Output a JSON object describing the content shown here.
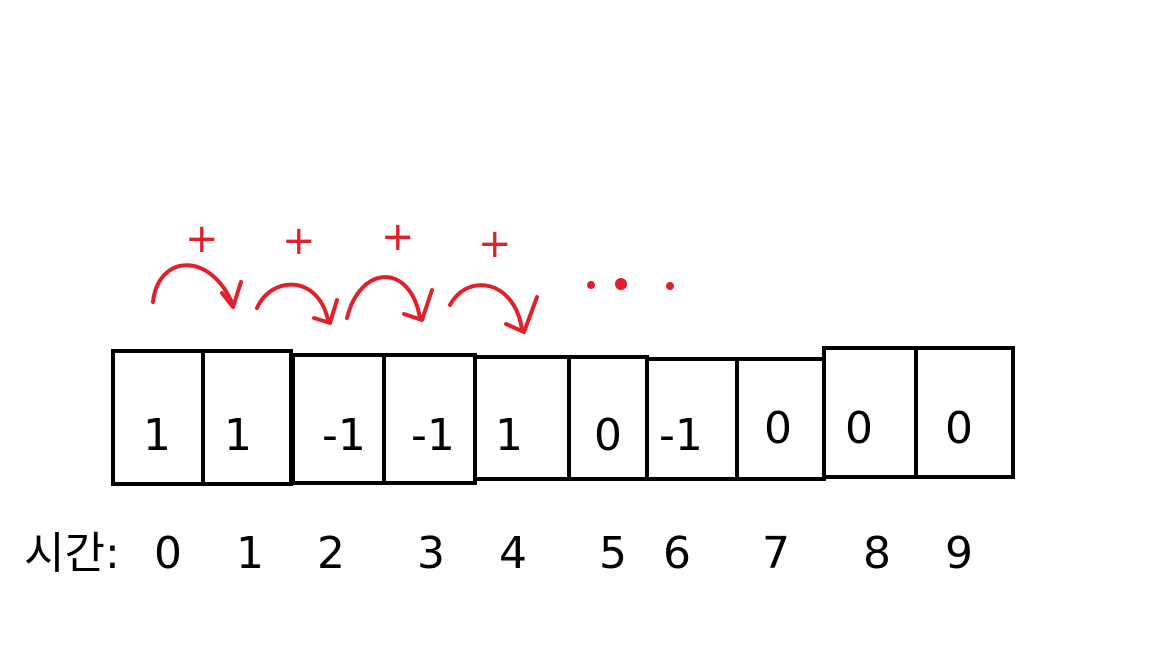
{
  "diagram": {
    "cells": [
      "1",
      "1",
      "-1",
      "-1",
      "1",
      "0",
      "-1",
      "0",
      "0",
      "0"
    ],
    "time_prefix": "시간:",
    "times": [
      "0",
      "1",
      "2",
      "3",
      "4",
      "5",
      "6",
      "7",
      "8",
      "9"
    ],
    "plus_signs": [
      "+",
      "+",
      "+",
      "+"
    ],
    "colors": {
      "annotation": "#e0202a",
      "box_stroke": "#000000",
      "text": "#000000"
    }
  }
}
